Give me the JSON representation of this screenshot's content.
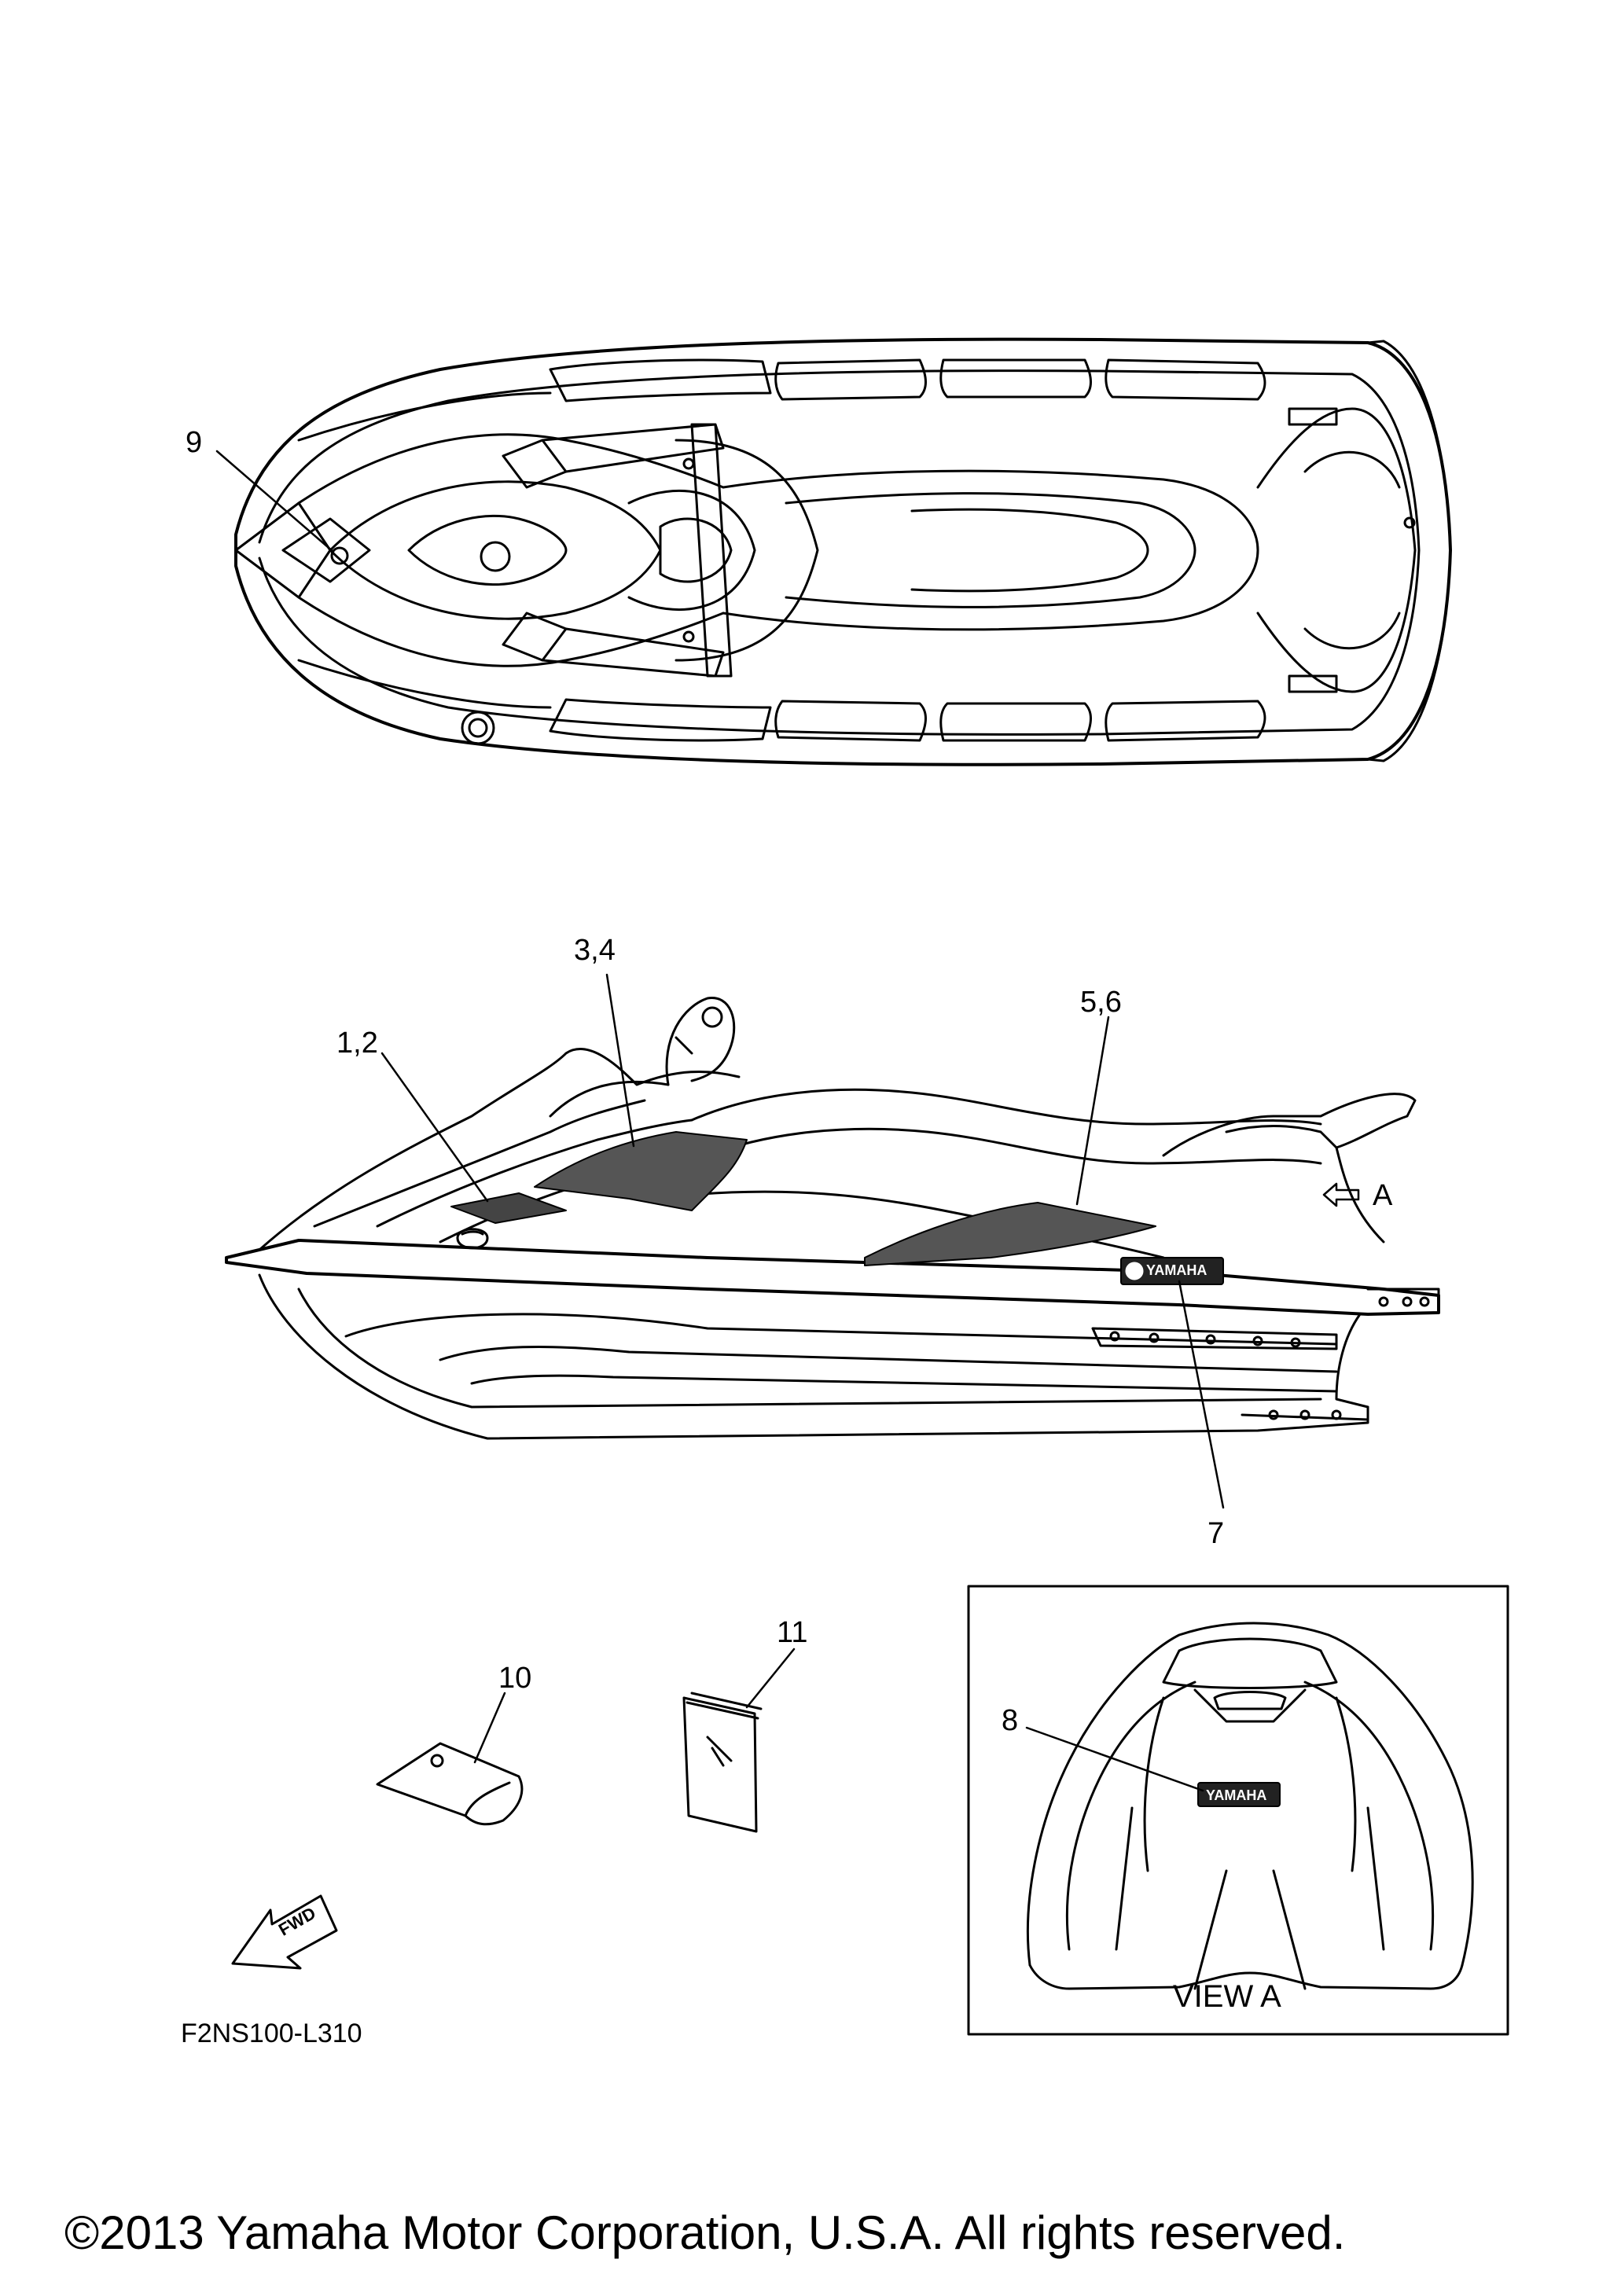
{
  "diagram": {
    "callouts": [
      {
        "id": "c9",
        "text": "9"
      },
      {
        "id": "c34",
        "text": "3,4"
      },
      {
        "id": "c12",
        "text": "1,2"
      },
      {
        "id": "c56",
        "text": "5,6"
      },
      {
        "id": "cA",
        "text": "A"
      },
      {
        "id": "c7",
        "text": "7"
      },
      {
        "id": "c11",
        "text": "11"
      },
      {
        "id": "c10",
        "text": "10"
      },
      {
        "id": "c8",
        "text": "8"
      }
    ],
    "decal_text": {
      "yamaha": "YAMAHA",
      "fwd": "FWD"
    },
    "view_a_title": "VIEW A",
    "drawing_code": "F2NS100-L310"
  },
  "footer": {
    "copyright": "©2013 Yamaha Motor Corporation, U.S.A. All rights reserved."
  },
  "colors": {
    "line": "#000000",
    "background": "#ffffff",
    "decal_fill": "#444444"
  }
}
